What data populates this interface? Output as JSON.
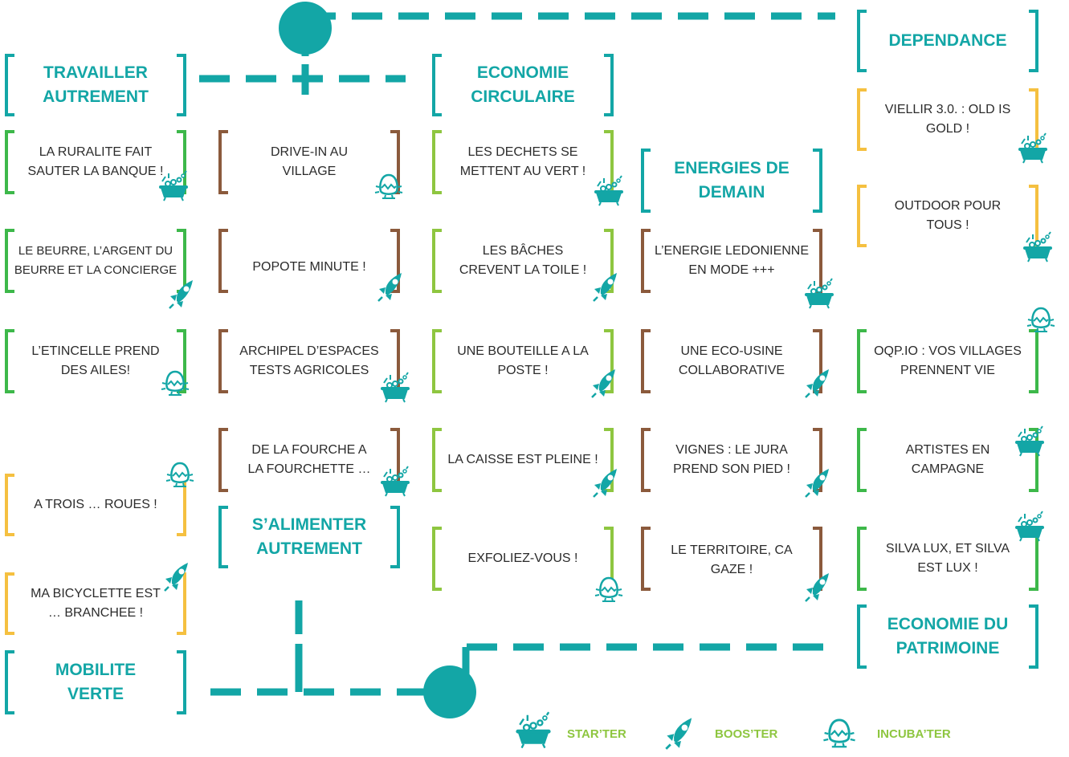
{
  "colors": {
    "teal": "#13a6a6",
    "green": "#3db84a",
    "lime": "#8ec640",
    "brown": "#8b5a3c",
    "yellow": "#f5c040"
  },
  "categories": {
    "travailler": [
      "TRAVAILLER",
      "AUTREMENT"
    ],
    "economie_circulaire": [
      "ECONOMIE",
      "CIRCULAIRE"
    ],
    "dependance": [
      "DEPENDANCE"
    ],
    "energies": [
      "ENERGIES DE",
      "DEMAIN"
    ],
    "alimenter": [
      "S’ALIMENTER",
      "AUTREMENT"
    ],
    "patrimoine": [
      "ECONOMIE DU",
      "PATRIMOINE"
    ],
    "mobilite": [
      "MOBILITE",
      "VERTE"
    ]
  },
  "projects": {
    "ruralite": [
      "LA RURALITE FAIT",
      "SAUTER LA BANQUE !"
    ],
    "drive_in": [
      "DRIVE-IN AU",
      "VILLAGE"
    ],
    "dechets": [
      "LES DECHETS SE",
      "METTENT AU VERT !"
    ],
    "vieillir": [
      "VIELLIR 3.0. : OLD IS",
      "GOLD !"
    ],
    "outdoor": [
      "OUTDOOR POUR",
      "TOUS !"
    ],
    "beurre": [
      "LE BEURRE, L’ARGENT DU",
      "BEURRE ET LA CONCIERGE"
    ],
    "popote": [
      "POPOTE MINUTE !"
    ],
    "baches": [
      "LES BÂCHES",
      "CREVENT LA TOILE !"
    ],
    "energie_ledonienne": [
      "L’ENERGIE LEDONIENNE",
      "EN MODE +++"
    ],
    "etincelle": [
      "L’ETINCELLE PREND",
      "DES AILES!"
    ],
    "archipel": [
      "ARCHIPEL D’ESPACES",
      "TESTS AGRICOLES"
    ],
    "bouteille": [
      "UNE BOUTEILLE A LA",
      "POSTE !"
    ],
    "eco_usine": [
      "UNE ECO-USINE",
      "COLLABORATIVE"
    ],
    "oqp": [
      "OQP.IO : VOS VILLAGES",
      "PRENNENT VIE"
    ],
    "fourche": [
      "DE LA FOURCHE A",
      "LA FOURCHETTE …"
    ],
    "caisse": [
      "LA CAISSE EST PLEINE !"
    ],
    "vignes": [
      "VIGNES : LE JURA",
      "PREND SON PIED !"
    ],
    "artistes": [
      "ARTISTES EN",
      "CAMPAGNE"
    ],
    "trois_roues": [
      "A TROIS … ROUES !"
    ],
    "exfoliez": [
      "EXFOLIEZ-VOUS !"
    ],
    "territoire": [
      "LE TERRITOIRE, CA",
      "GAZE !"
    ],
    "silva": [
      "SILVA LUX, ET SILVA",
      "EST LUX !"
    ],
    "bicyclette": [
      "MA BICYCLETTE EST",
      "… BRANCHEE !"
    ]
  },
  "legend": {
    "starter": "STAR’TER",
    "booster": "BOOS’TER",
    "incubater": "INCUBA’TER"
  },
  "icons": {
    "starter": "bathtub-bubbles-icon",
    "booster": "rocket-icon",
    "incubater": "hatching-egg-icon"
  }
}
